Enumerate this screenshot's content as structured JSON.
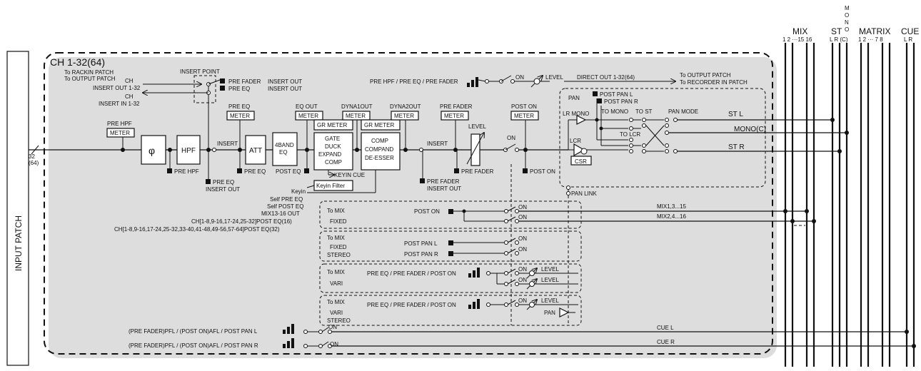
{
  "input_patch": "INPUT PATCH",
  "channel_title": "CH 1-32(64)",
  "bus_count": {
    "top": "32",
    "bottom": "(64)"
  },
  "rack": {
    "l1": "To RACKIN PATCH",
    "l2": "To OUTPUT PATCH"
  },
  "insert_out_label": {
    "l1": "CH",
    "l2": "INSERT OUT 1-32"
  },
  "insert_in_label": {
    "l1": "CH",
    "l2": "INSERT IN 1-32"
  },
  "insert_point": "INSERT POINT",
  "insert_point_pre_fader": "PRE FADER",
  "insert_point_pre_eq": "PRE EQ",
  "insert_point_out1": "INSERT OUT",
  "insert_point_out2": "INSERT OUT",
  "pre_hpf": "PRE HPF",
  "meter": "METER",
  "hpf": "HPF",
  "phase_symbol": "φ",
  "att": "ATT",
  "eq": {
    "l1": "4BAND",
    "l2": "EQ"
  },
  "insert": "INSERT",
  "pre_hpf_tap": "PRE HPF",
  "pre_eq_tap": "PRE EQ",
  "pre_eq_insert": {
    "l1": "PRE EQ",
    "l2": "INSERT OUT"
  },
  "post_eq_tap": "POST EQ",
  "pre_eq_meter": "PRE EQ",
  "eq_out_meter": "EQ OUT",
  "dyna1_out_meter": "DYNA1OUT",
  "dyna2_out_meter": "DYNA2OUT",
  "gr_meter": "GR METER",
  "dyna1": {
    "l1": "GATE",
    "l2": "DUCK",
    "l3": "EXPAND",
    "l4": "COMP"
  },
  "dyna2": {
    "l1": "COMP",
    "l2": "COMPAND",
    "l3": "DE-ESSER"
  },
  "keyin_cue": "KEYIN CUE",
  "keyin_filter": "Keyin Filter",
  "keyin_src": {
    "keyin": "Keyin",
    "self_pre": "Self PRE EQ",
    "self_post": "Self POST EQ",
    "mix": "MIX13-16 OUT",
    "ch16": "CH[1-8,9-16,17-24,25-32]POST EQ(16)",
    "ch32": "CH[1-8,9-16,17-24,25-32,33-40,41-48,49-56,57-64]POST EQ(32)"
  },
  "pre_fader_meter": "PRE FADER",
  "pre_fader_tap": "PRE FADER",
  "pre_fader_insert": {
    "l1": "PRE FADER",
    "l2": "INSERT OUT"
  },
  "level": "LEVEL",
  "on": "ON",
  "post_on_meter": "POST ON",
  "post_on_tap": "POST ON",
  "direct": {
    "src": "PRE HPF / PRE EQ / PRE FADER",
    "on": "ON",
    "level": "LEVEL",
    "out": "DIRECT OUT 1-32(64)",
    "dest1": "To OUTPUT PATCH",
    "dest2": "To RECORDER IN PATCH"
  },
  "pan_block": {
    "pan": "PAN",
    "post_pan_l": "POST PAN L",
    "post_pan_r": "POST PAN R",
    "lr_mono": "LR MONO",
    "to_mono": "TO MONO",
    "to_st": "TO ST",
    "to_lcr": "TO LCR",
    "pan_mode": "PAN MODE",
    "lcr": "LCR",
    "csr": "CSR",
    "st_l": "ST L",
    "mono_c": "MONO(C)",
    "st_r": "ST R",
    "pan_link": "PAN LINK"
  },
  "mix_fixed": {
    "to": "To MIX",
    "type": "FIXED",
    "src": "POST ON",
    "on1": "ON",
    "on2": "ON",
    "bus1": "MIX1,3...15",
    "bus2": "MIX2,4...16"
  },
  "mix_fixed_stereo": {
    "to": "To MIX",
    "l1": "FIXED",
    "l2": "STEREO",
    "src_l": "POST PAN L",
    "src_r": "POST PAN R",
    "on1": "ON",
    "on2": "ON"
  },
  "mix_vari": {
    "to": "To MIX",
    "type": "VARI",
    "src": "PRE EQ / PRE FADER / POST ON",
    "on1": "ON",
    "on2": "ON",
    "level1": "LEVEL",
    "level2": "LEVEL"
  },
  "mix_vari_stereo": {
    "to": "To MIX",
    "l1": "VARI",
    "l2": "STEREO",
    "src": "PRE EQ / PRE FADER / POST ON",
    "on": "ON",
    "level": "LEVEL",
    "pan": "PAN"
  },
  "cue": {
    "src_l": "(PRE FADER)PFL / (POST ON)AFL / POST PAN L",
    "src_r": "(PRE FADER)PFL / (POST ON)AFL / POST PAN R",
    "on1": "ON",
    "on2": "ON",
    "bus_l": "CUE L",
    "bus_r": "CUE R"
  },
  "buses": {
    "mix": "MIX",
    "mix_nums": "1 2 ···15 16",
    "st": "ST",
    "st_nums": "L  R (C)",
    "mono": [
      "M",
      "O",
      "N",
      "O"
    ],
    "matrix": "MATRIX",
    "matrix_nums": "1 2 ··· 7 8",
    "cue": "CUE",
    "cue_nums": "L  R"
  }
}
